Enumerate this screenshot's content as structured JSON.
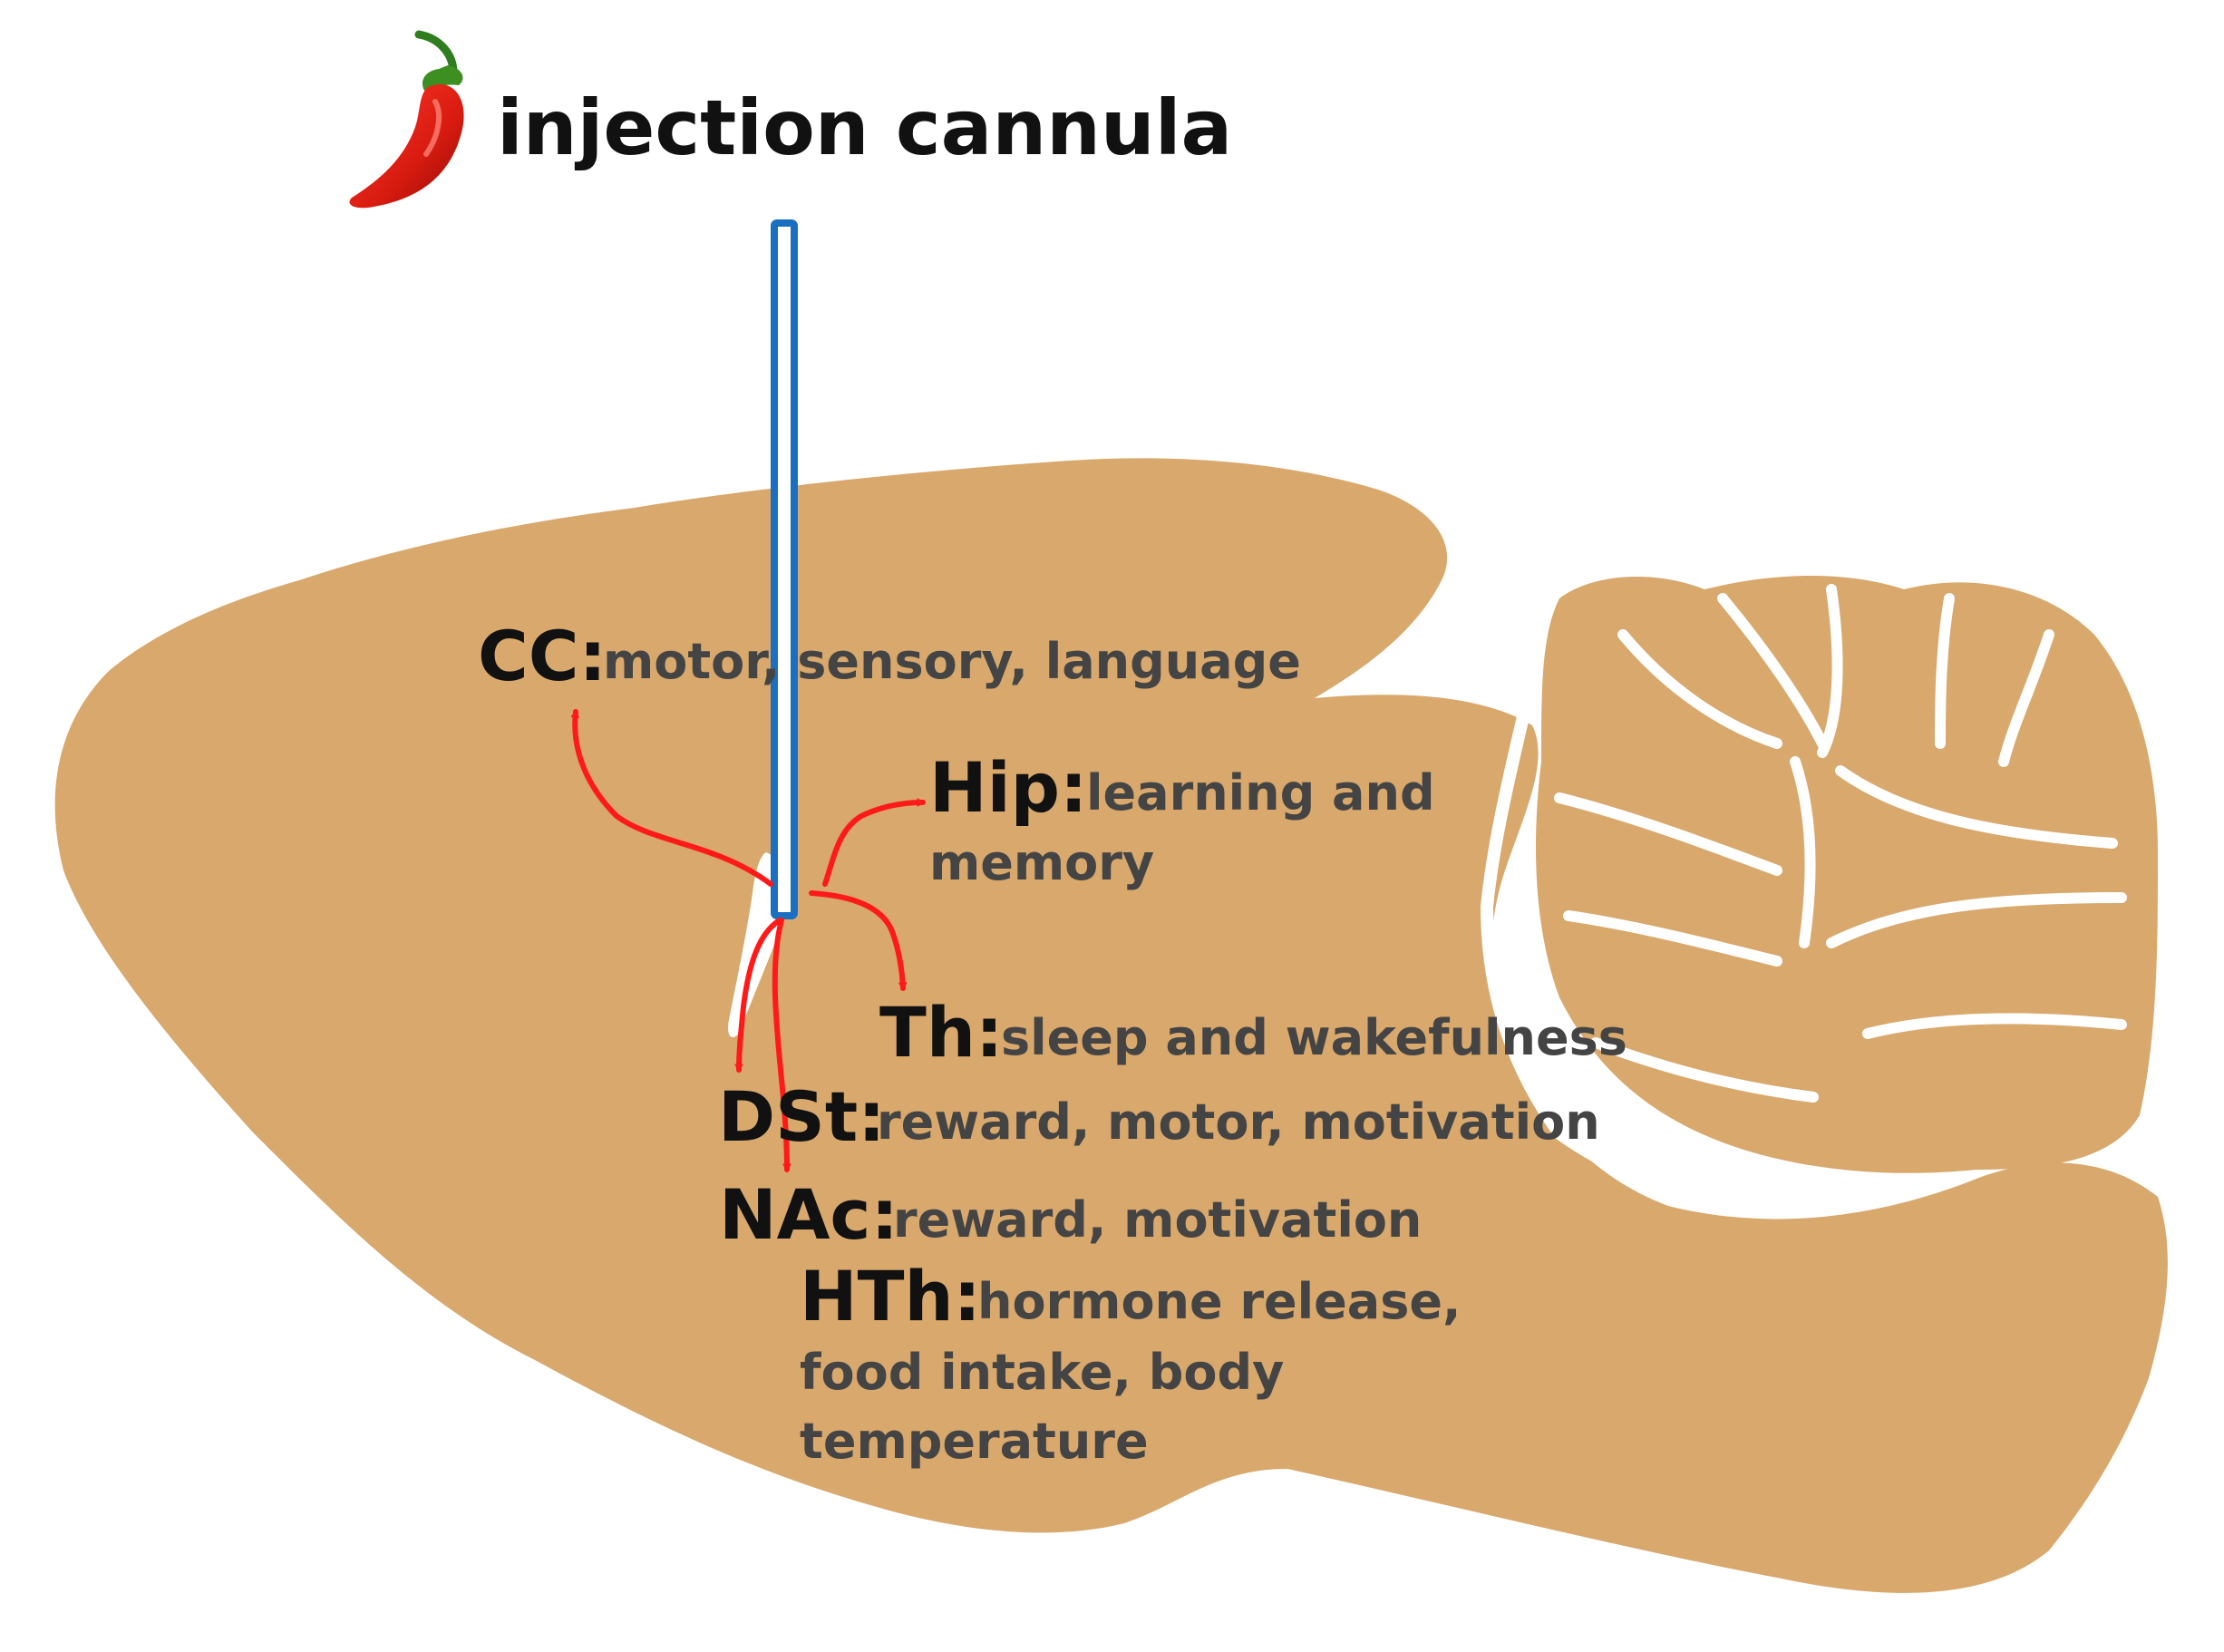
{
  "title": "injection cannula",
  "title_icon": "chili-pepper-icon",
  "colors": {
    "brain": "#d8a86c",
    "cannula_stroke": "#1a6fc0",
    "arrow": "#ff1a1a",
    "label_abbr": "#111111",
    "label_desc": "#444444",
    "background": "#ffffff"
  },
  "regions": [
    {
      "id": "cc",
      "abbr": "CC:",
      "desc": [
        "motor, sensory, language"
      ]
    },
    {
      "id": "hip",
      "abbr": "Hip:",
      "desc": [
        "learning and",
        "memory"
      ]
    },
    {
      "id": "th",
      "abbr": "Th:",
      "desc": [
        "sleep and wakefulness"
      ]
    },
    {
      "id": "dst",
      "abbr": "DSt:",
      "desc": [
        "reward, motor, motivation"
      ]
    },
    {
      "id": "nac",
      "abbr": "NAc:",
      "desc": [
        "reward, motivation"
      ]
    },
    {
      "id": "hth",
      "abbr": "HTh:",
      "desc": [
        "hormone release,",
        "food intake, body",
        "temperature"
      ]
    }
  ]
}
